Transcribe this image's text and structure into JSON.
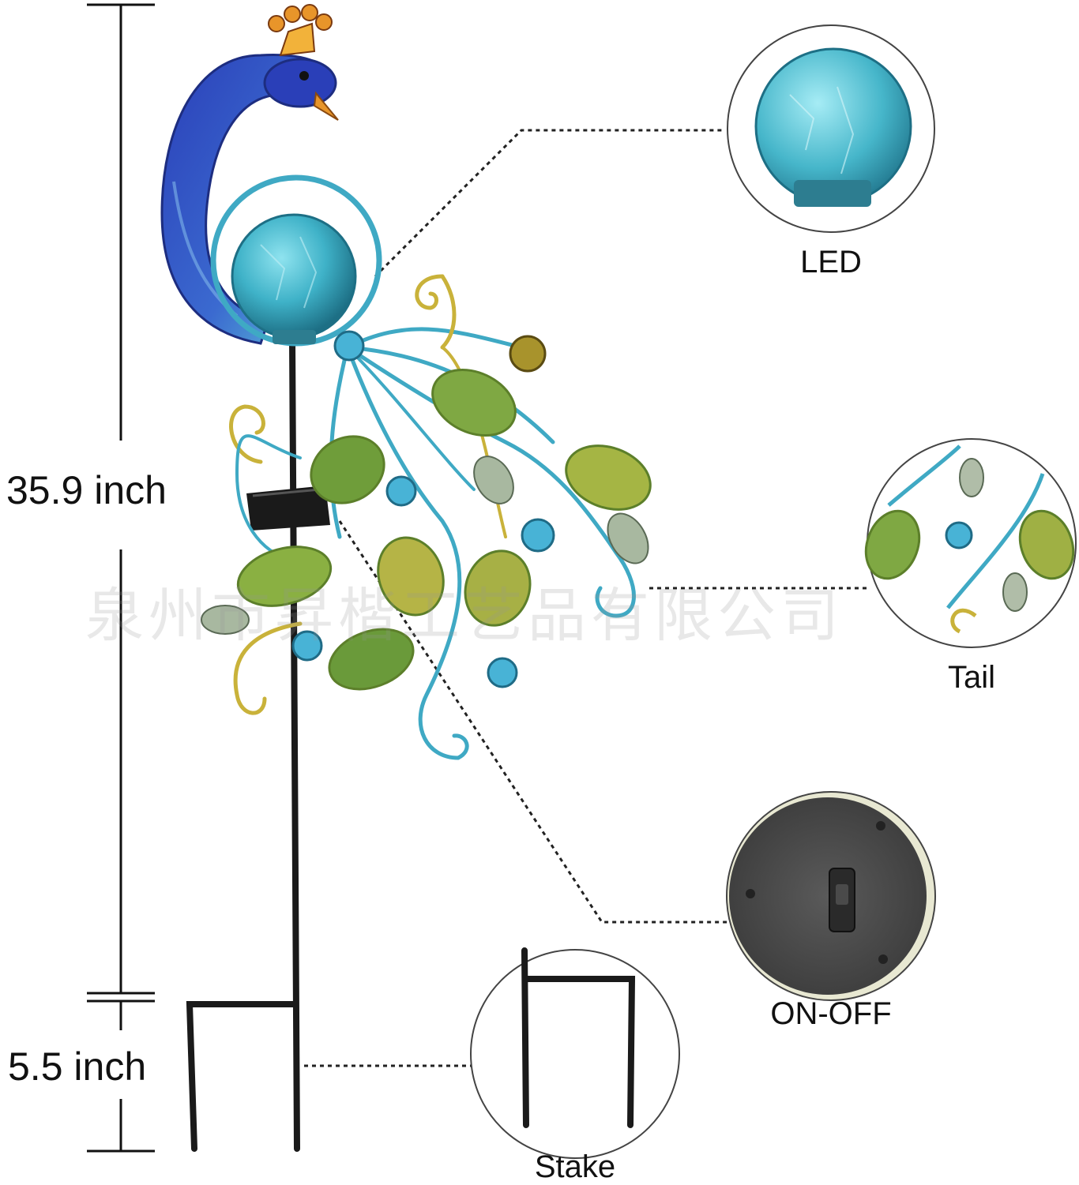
{
  "dimensions": {
    "height_label": "35.9 inch",
    "stake_label": "5.5 inch"
  },
  "callouts": {
    "led": "LED",
    "tail": "Tail",
    "switch": "ON-OFF",
    "stake": "Stake"
  },
  "watermark": "泉州市昇楷工艺品有限公司",
  "colors": {
    "peacock_blue": "#2a3fb8",
    "globe_teal": "#3fb2c8",
    "tail_green": "#6f9d3a",
    "tail_gold": "#c9b23a",
    "stake_black": "#1a1a1a",
    "crest_orange": "#e8952a"
  },
  "icons": [
    "peacock-head",
    "led-globe",
    "tail-leaf",
    "blue-jewel",
    "solar-panel",
    "garden-stake",
    "on-off-switch"
  ]
}
